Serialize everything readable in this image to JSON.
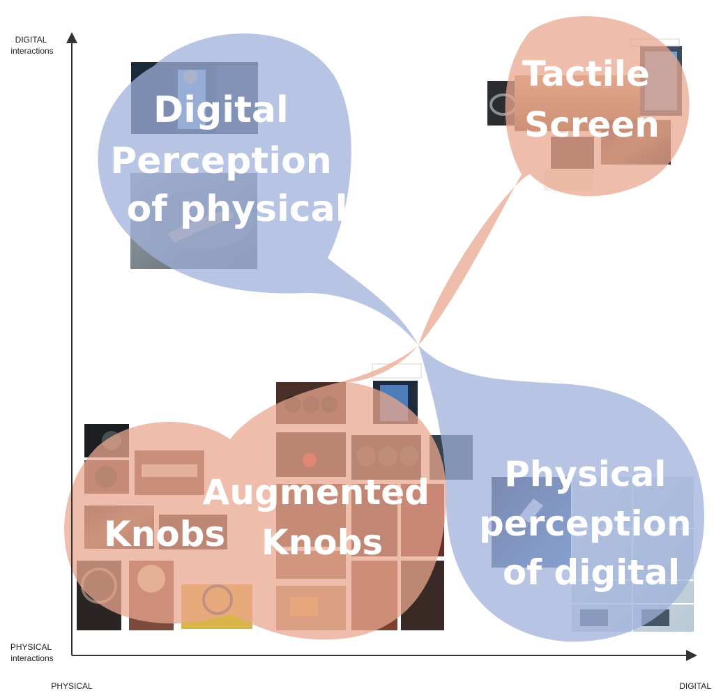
{
  "axes": {
    "y_top": [
      "DIGITAL",
      "interactions"
    ],
    "y_bottom": [
      "PHYSICAL",
      "interactions"
    ],
    "x_left": "PHYSICAL",
    "x_right": "DIGITAL"
  },
  "clusters": {
    "digital_perception": [
      "Digital",
      "Perception",
      "of physical"
    ],
    "tactile_screen": [
      "Tactile",
      "Screen"
    ],
    "knobs": [
      "Knobs"
    ],
    "augmented_knobs": [
      "Augmented",
      "Knobs"
    ],
    "physical_perception": [
      "Physical",
      "perception",
      "of digital"
    ]
  },
  "colors": {
    "blue_region": "#9fb0d9",
    "salmon_region": "#e9a78f",
    "axis": "#333333"
  }
}
